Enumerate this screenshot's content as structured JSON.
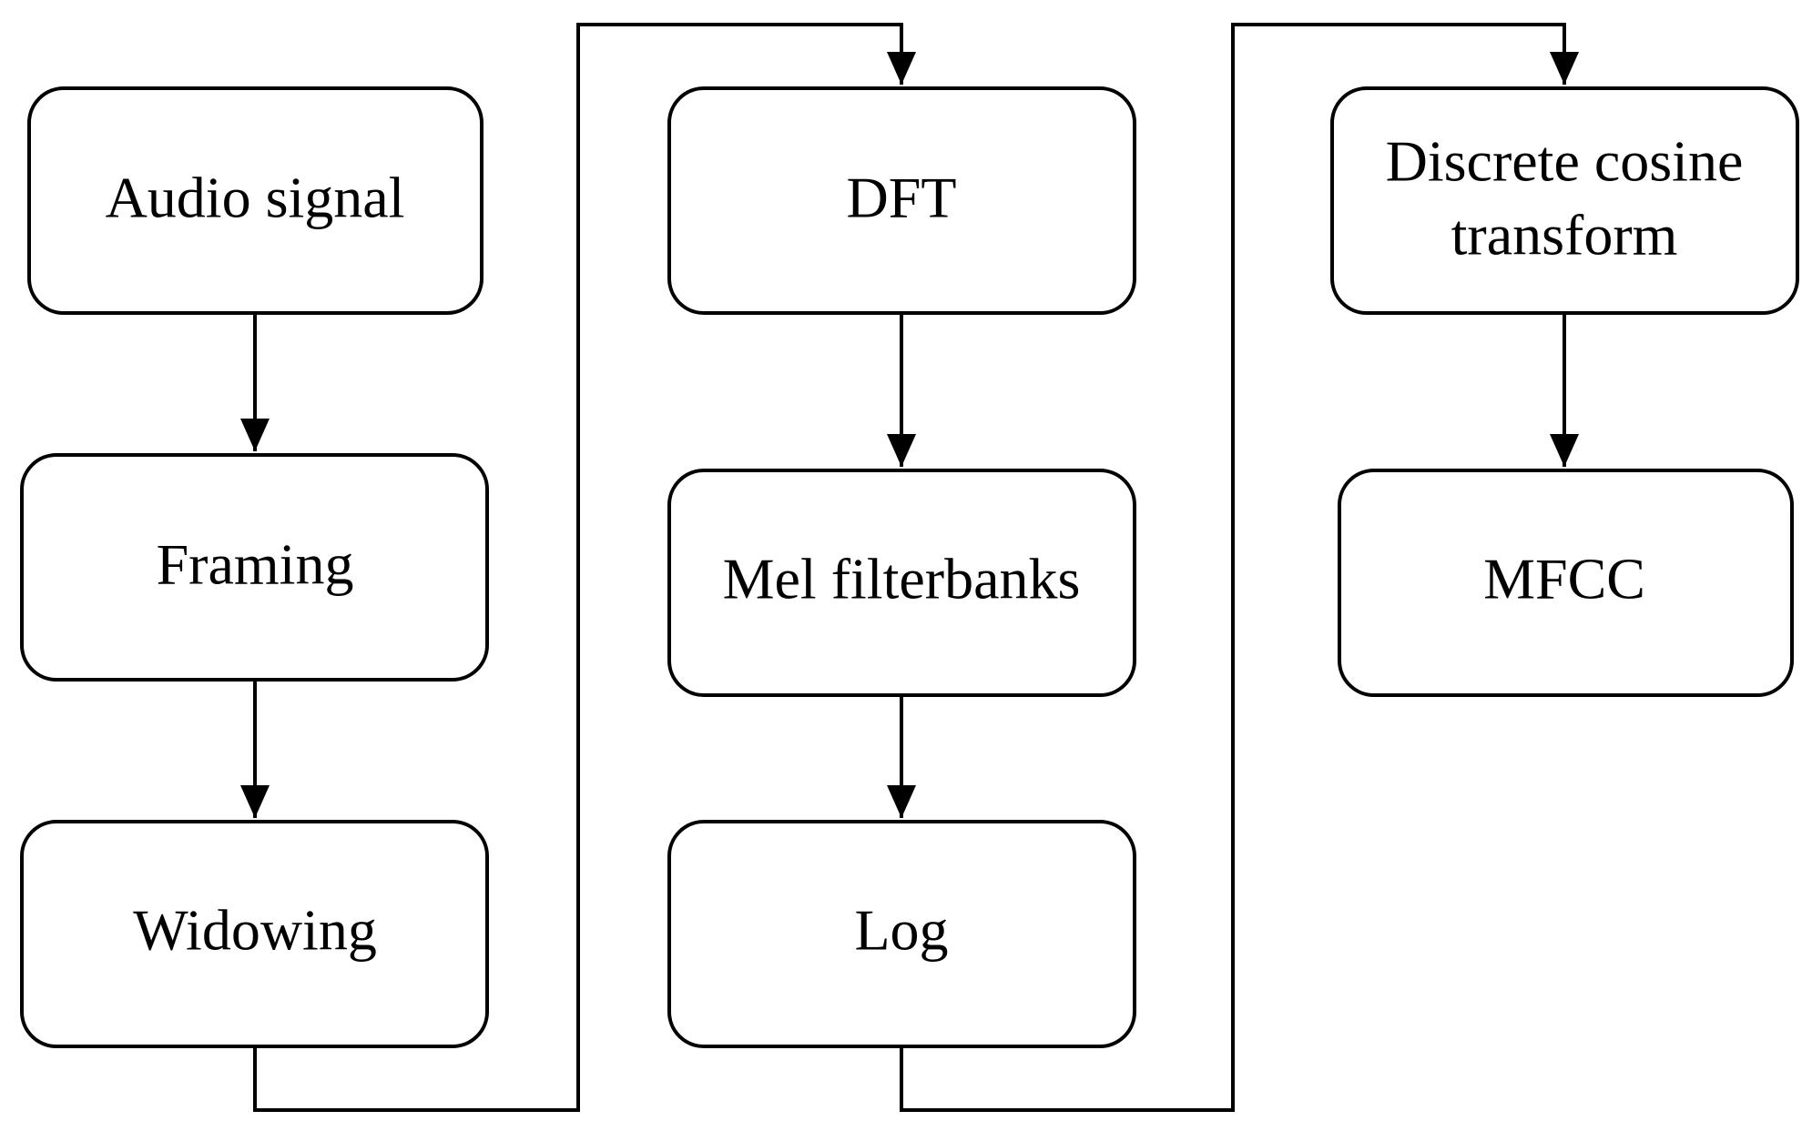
{
  "diagram": {
    "nodes": {
      "audio_signal": "Audio signal",
      "framing": "Framing",
      "windowing": "Widowing",
      "dft": "DFT",
      "mel_filterbanks": "Mel filterbanks",
      "log": "Log",
      "dct_line1": "Discrete cosine",
      "dct_line2": "transform",
      "mfcc": "MFCC"
    },
    "colors": {
      "stroke": "#000000",
      "fill": "#ffffff",
      "text": "#000000"
    }
  }
}
